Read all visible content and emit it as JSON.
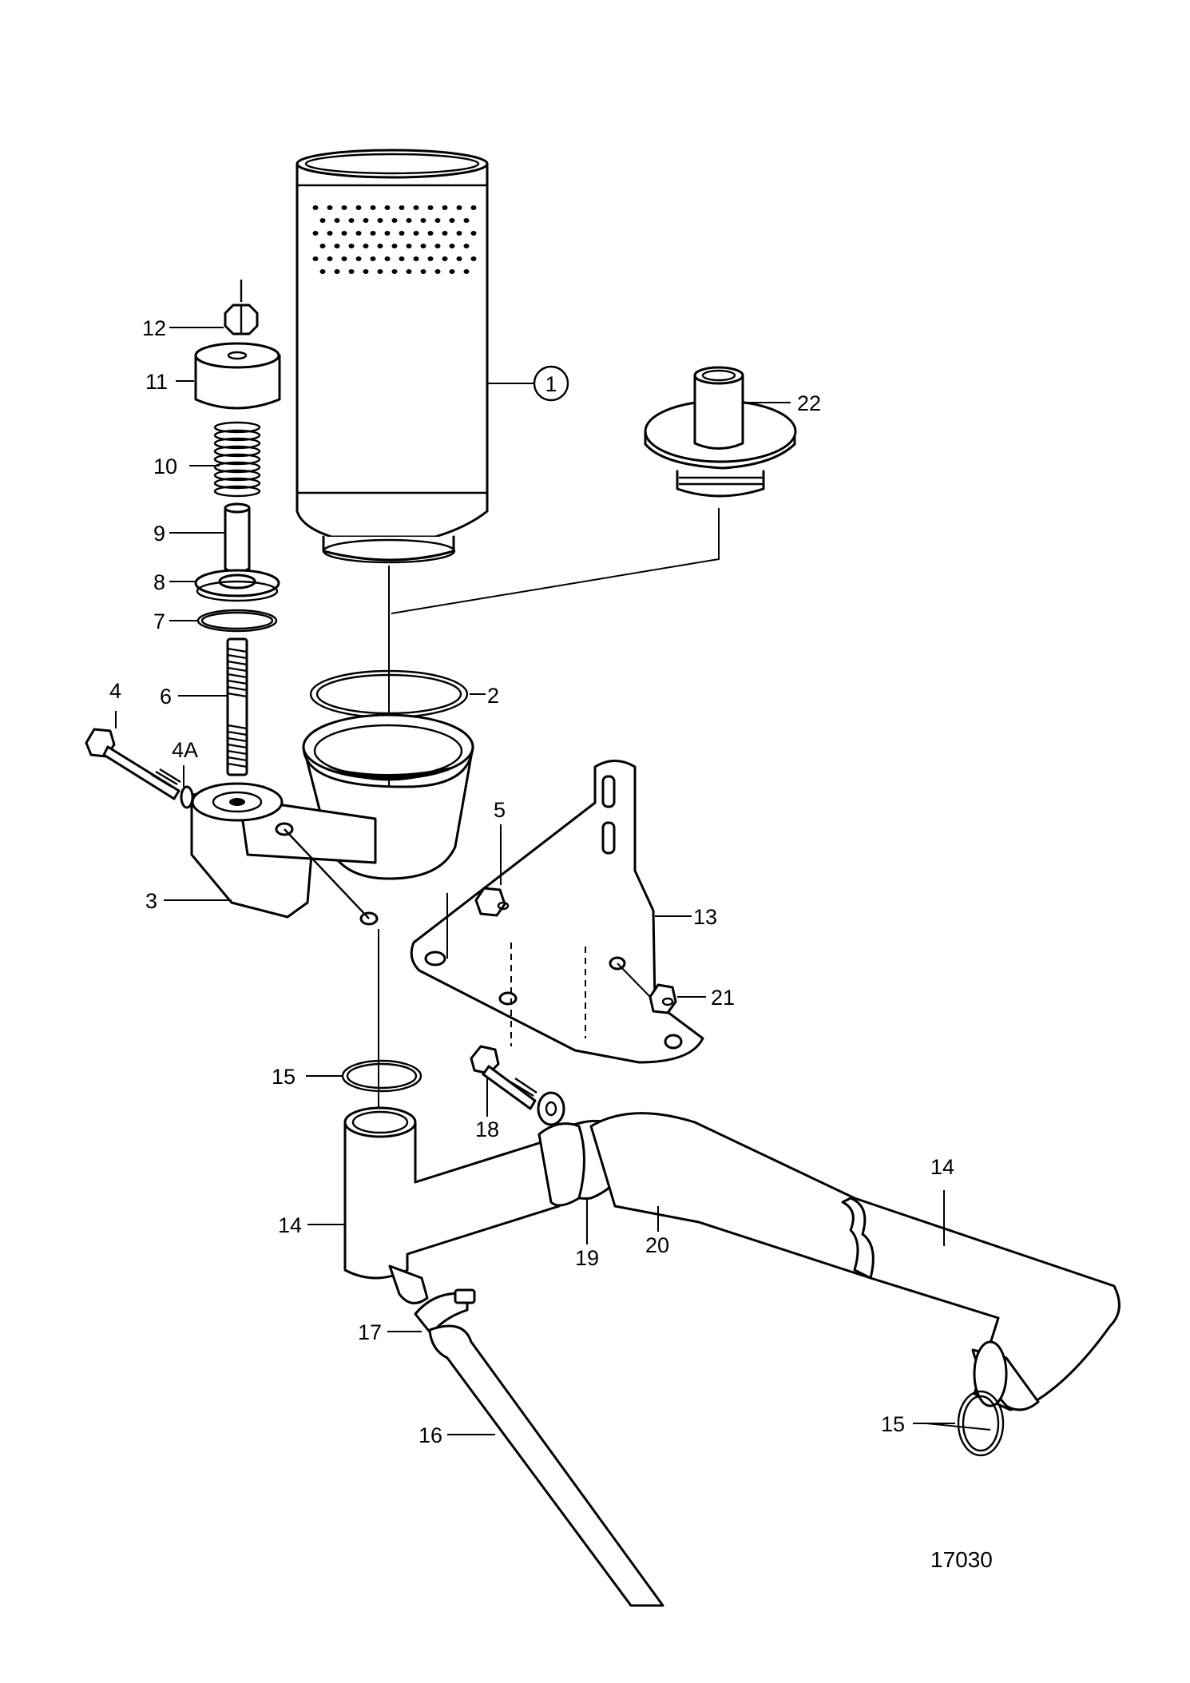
{
  "callouts": [
    {
      "id": "c1",
      "text": "1"
    },
    {
      "id": "c2",
      "text": "2"
    },
    {
      "id": "c3",
      "text": "3"
    },
    {
      "id": "c4",
      "text": "4"
    },
    {
      "id": "c4a",
      "text": "4A"
    },
    {
      "id": "c5",
      "text": "5"
    },
    {
      "id": "c6",
      "text": "6"
    },
    {
      "id": "c7",
      "text": "7"
    },
    {
      "id": "c8",
      "text": "8"
    },
    {
      "id": "c9",
      "text": "9"
    },
    {
      "id": "c10",
      "text": "10"
    },
    {
      "id": "c11",
      "text": "11"
    },
    {
      "id": "c12",
      "text": "12"
    },
    {
      "id": "c13",
      "text": "13"
    },
    {
      "id": "c14a",
      "text": "14"
    },
    {
      "id": "c14b",
      "text": "14"
    },
    {
      "id": "c15a",
      "text": "15"
    },
    {
      "id": "c15b",
      "text": "15"
    },
    {
      "id": "c16",
      "text": "16"
    },
    {
      "id": "c17",
      "text": "17"
    },
    {
      "id": "c18",
      "text": "18"
    },
    {
      "id": "c19",
      "text": "19"
    },
    {
      "id": "c20",
      "text": "20"
    },
    {
      "id": "c21",
      "text": "21"
    },
    {
      "id": "c22",
      "text": "22"
    }
  ],
  "reference_number": "17030"
}
